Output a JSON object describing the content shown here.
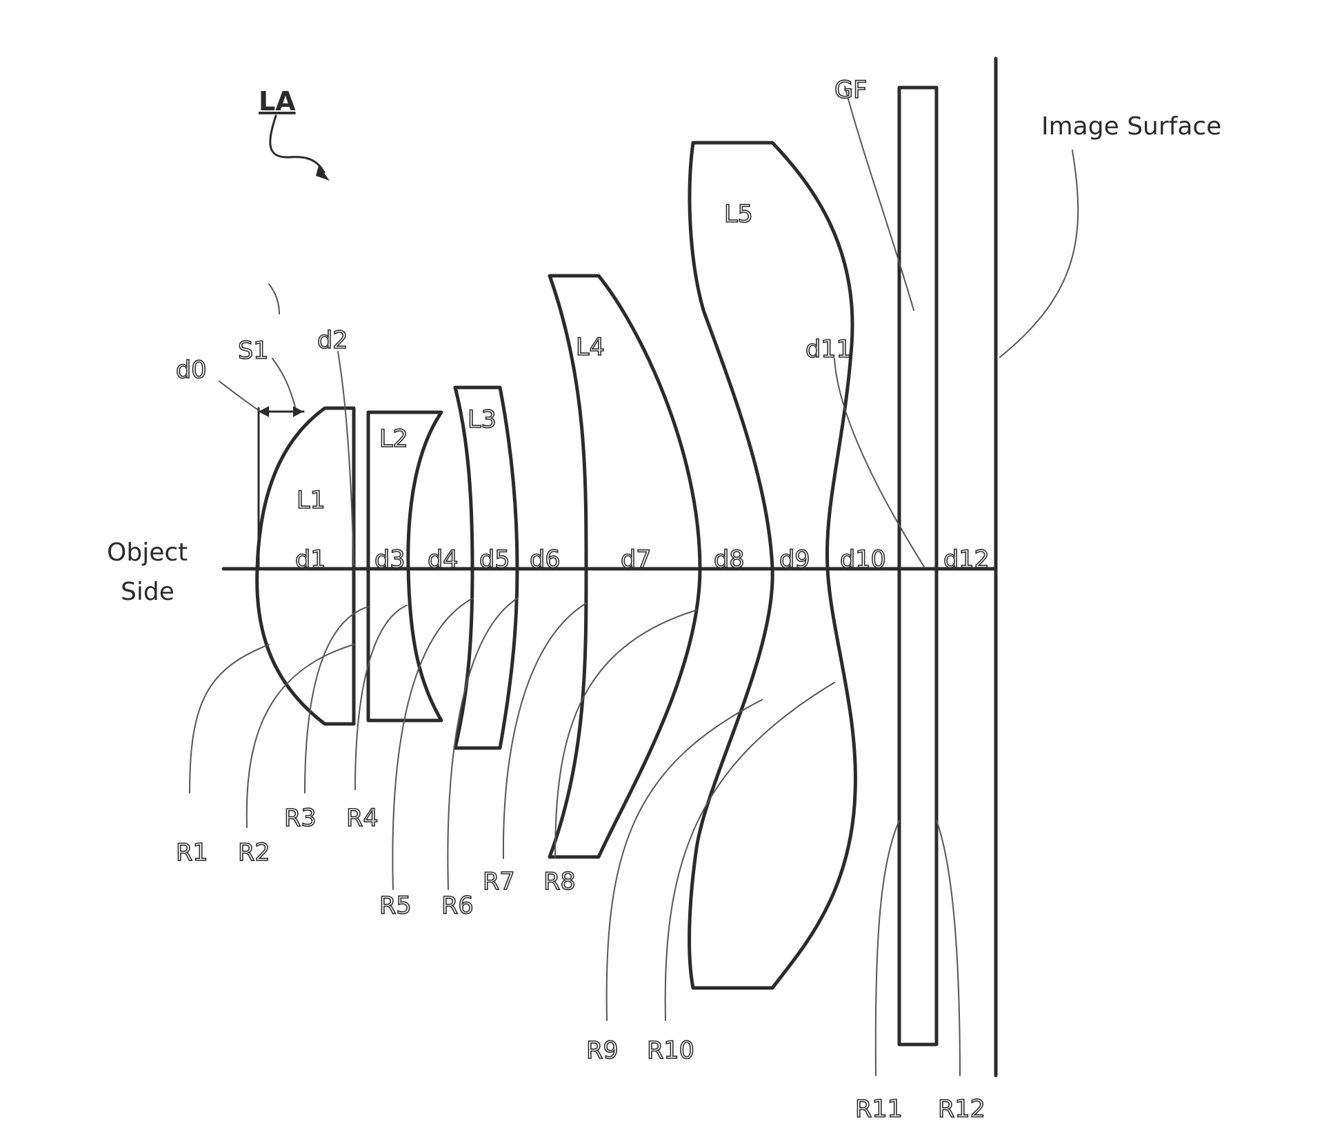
{
  "assembly_label": "LA",
  "side_labels": {
    "object_line1": "Object",
    "object_line2": "Side",
    "image": "Image Surface"
  },
  "elements": {
    "L1": "L1",
    "L2": "L2",
    "L3": "L3",
    "L4": "L4",
    "L5": "L5",
    "GF": "GF",
    "S1": "S1"
  },
  "distances": {
    "d0": "d0",
    "d1": "d1",
    "d2": "d2",
    "d3": "d3",
    "d4": "d4",
    "d5": "d5",
    "d6": "d6",
    "d7": "d7",
    "d8": "d8",
    "d9": "d9",
    "d10": "d10",
    "d11": "d11",
    "d12": "d12"
  },
  "surfaces": {
    "R1": "R1",
    "R2": "R2",
    "R3": "R3",
    "R4": "R4",
    "R5": "R5",
    "R6": "R6",
    "R7": "R7",
    "R8": "R8",
    "R9": "R9",
    "R10": "R10",
    "R11": "R11",
    "R12": "R12"
  }
}
